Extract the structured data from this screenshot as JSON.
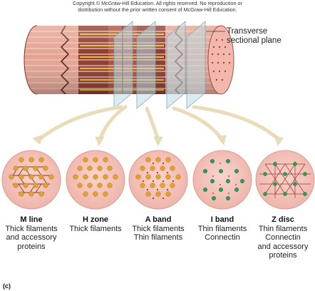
{
  "copyright": {
    "line1": "Copyright © McGraw-Hill Education. All rights reserved. No reproduction or",
    "line2": "distribution without the prior written consent of McGraw-Hill Education."
  },
  "plane_label": {
    "line1": "Transverse",
    "line2": "sectional plane"
  },
  "sections": [
    {
      "title": "M line",
      "lines": [
        "Thick filaments",
        "and accessory",
        "proteins"
      ]
    },
    {
      "title": "H zone",
      "lines": [
        "Thick filaments"
      ]
    },
    {
      "title": "A band",
      "lines": [
        "Thick filaments",
        "Thin filaments"
      ]
    },
    {
      "title": "I band",
      "lines": [
        "Thin filaments",
        "Connectin"
      ]
    },
    {
      "title": "Z disc",
      "lines": [
        "Thin filaments",
        "Connectin",
        "and accessory",
        "proteins"
      ]
    }
  ],
  "panel_label": "(c)",
  "colors": {
    "muscle_dark": "#8c3a2e",
    "muscle_light": "#d98a78",
    "thick_filament": "#e0a030",
    "thin_filament": "#2e9a5a",
    "section_bg": "#f4c4bc",
    "plane": "#bcdce6",
    "arrow": "#efe6c8"
  }
}
